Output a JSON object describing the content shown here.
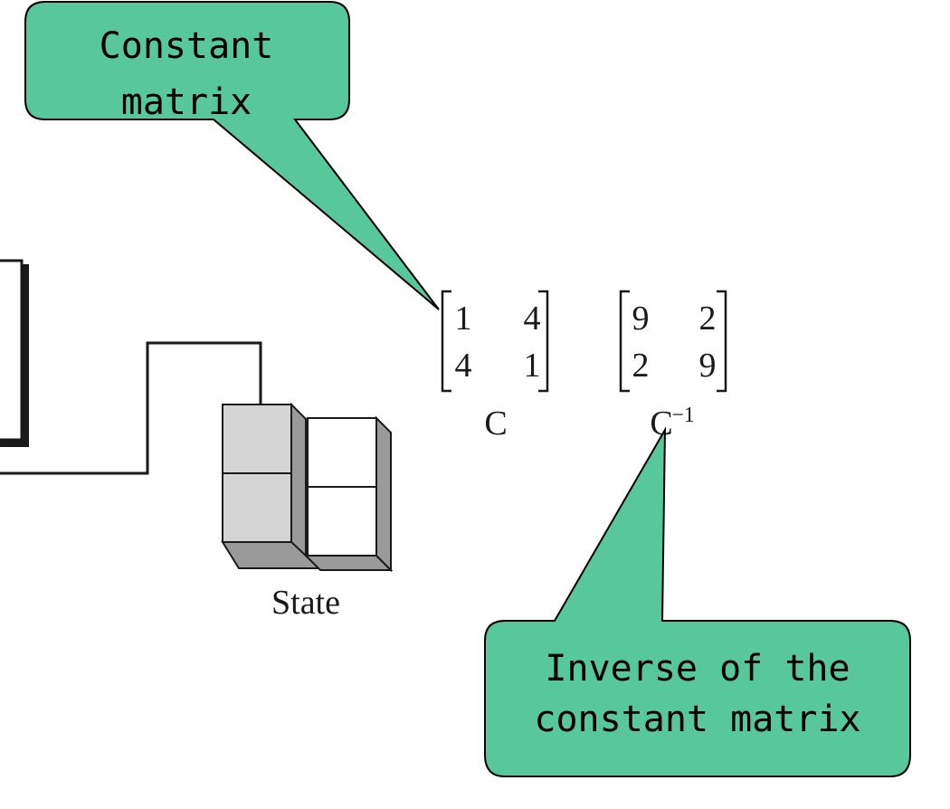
{
  "colors": {
    "callout_fill": "#58c89c",
    "callout_stroke": "#000000",
    "line": "#1a1a1a",
    "state_shaded": "#d4d4d4",
    "state_side": "#9a9a9a"
  },
  "callouts": {
    "top": {
      "line1": "Constant",
      "line2": "matrix"
    },
    "bottom": {
      "line1": "Inverse of the",
      "line2": "constant matrix"
    }
  },
  "matrices": {
    "c": {
      "label": "C",
      "rows": [
        [
          "1",
          "4"
        ],
        [
          "4",
          "1"
        ]
      ]
    },
    "c_inverse": {
      "label": "C",
      "superscript": "−1",
      "rows": [
        [
          "9",
          "2"
        ],
        [
          "2",
          "9"
        ]
      ]
    }
  },
  "state": {
    "label": "State"
  }
}
